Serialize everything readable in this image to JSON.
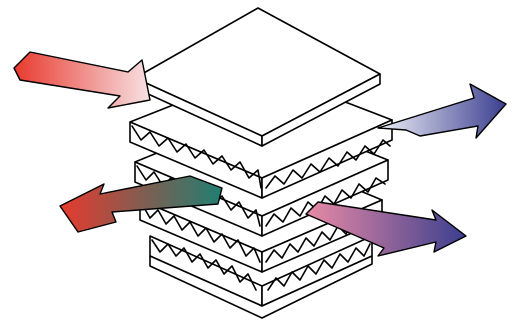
{
  "diagram": {
    "colors": {
      "outline": "#000000",
      "fill": "#ffffff",
      "red": "#e83a2e",
      "blue": "#3b3f8f",
      "teal": "#1f7f72",
      "pink_light": "#f5dbe0",
      "blue_light": "#eef0f8"
    },
    "layers": [
      {
        "name": "top-layer"
      },
      {
        "name": "layer-2"
      },
      {
        "name": "layer-3"
      },
      {
        "name": "layer-4"
      },
      {
        "name": "bottom-layer"
      }
    ],
    "arrows": [
      {
        "name": "arrow-top-left",
        "direction": "inward",
        "from_color": "#e83a2e",
        "to_color": "#f5dbe0"
      },
      {
        "name": "arrow-top-right",
        "direction": "outward",
        "from_color": "#eef0f8",
        "to_color": "#3b3f8f"
      },
      {
        "name": "arrow-bottom-left",
        "direction": "outward",
        "from_color": "#1f7f72",
        "to_color": "#e83a2e"
      },
      {
        "name": "arrow-bottom-right",
        "direction": "outward",
        "from_color": "#e889a6",
        "to_color": "#3b3f8f"
      }
    ]
  }
}
